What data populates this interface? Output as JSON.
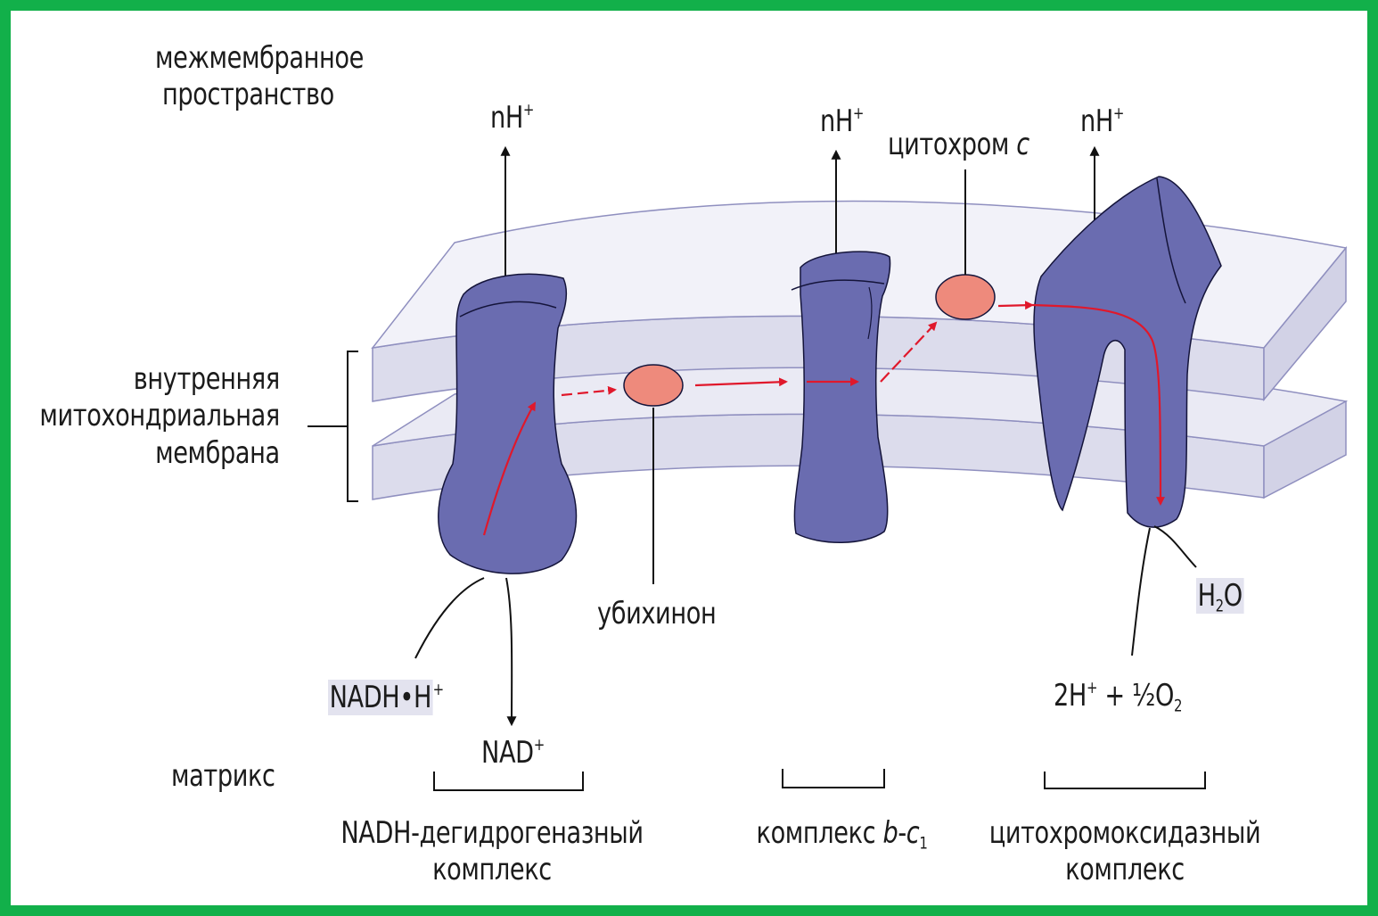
{
  "labels": {
    "intermembrane": [
      "межмембранное",
      "пространство"
    ],
    "inner_membrane": [
      "внутренняя",
      "митохондриальная",
      "мембрана"
    ],
    "matrix": "матрикс",
    "proton_base": "nH",
    "plus": "+",
    "cytochrome_word": "цитохром",
    "cytochrome_letter": "c",
    "ubiquinone": "убихинон",
    "nadh_base": "NADH•H",
    "nad_base": "NAD",
    "water_h": "H",
    "water_2": "2",
    "water_o": "O",
    "oxygen_prefix": "2H",
    "oxygen_mid": " + ½O",
    "oxygen_sub": "2",
    "complex1": [
      "NADH-дегидрогеназный",
      "комплекс"
    ],
    "complex2_word": "комплекс",
    "complex2_b": "b",
    "complex2_dash": "-",
    "complex2_c": "c",
    "complex2_sub": "1",
    "complex3": [
      "цитохромоксидазный",
      "комплекс"
    ]
  },
  "colors": {
    "frame": "#12b04a",
    "protein": "#6a6cb0",
    "membrane_fill": "#dcdcec",
    "membrane_stroke": "#8f8fbf",
    "carrier": "#ee8a7c",
    "electron_arrow": "#e0182b",
    "ink": "#1b1b1b"
  },
  "icons": {
    "electron_flow": "red-arrow",
    "proton_pump": "black-arrow-up"
  }
}
